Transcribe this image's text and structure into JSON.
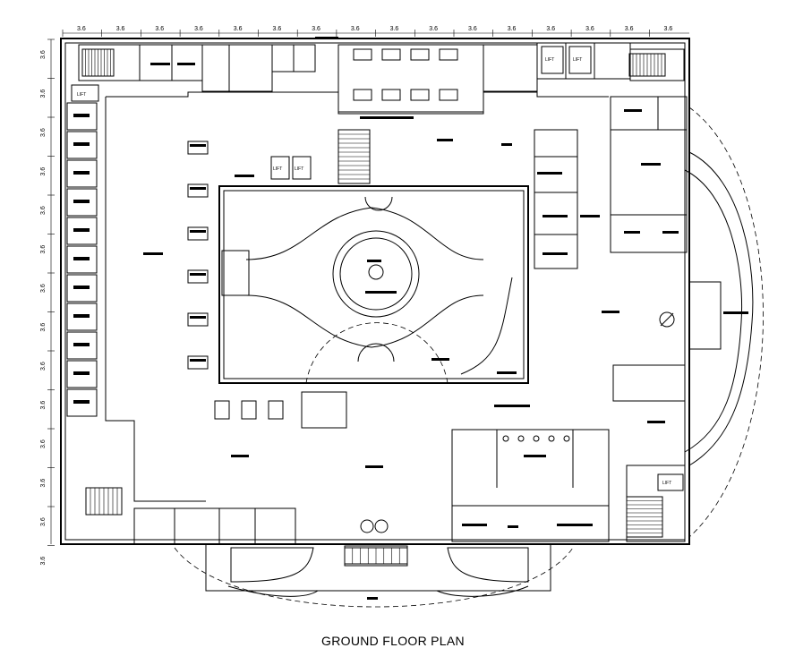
{
  "title": "GROUND FLOOR PLAN",
  "dimensions": {
    "top": [
      "3.6",
      "3.6",
      "3.6",
      "3.6",
      "3.6",
      "3.6",
      "3.6",
      "3.6",
      "3.6",
      "3.6",
      "3.6",
      "3.6",
      "3.6",
      "3.6",
      "3.6",
      "3.6"
    ],
    "left": [
      "3.6",
      "3.6",
      "3.6",
      "3.6",
      "3.6",
      "3.6",
      "3.6",
      "3.6",
      "3.6",
      "3.6",
      "3.6",
      "3.6",
      "3.6",
      "3.6"
    ]
  },
  "labels": {
    "lift": "LIFT"
  },
  "lift_count": 6
}
